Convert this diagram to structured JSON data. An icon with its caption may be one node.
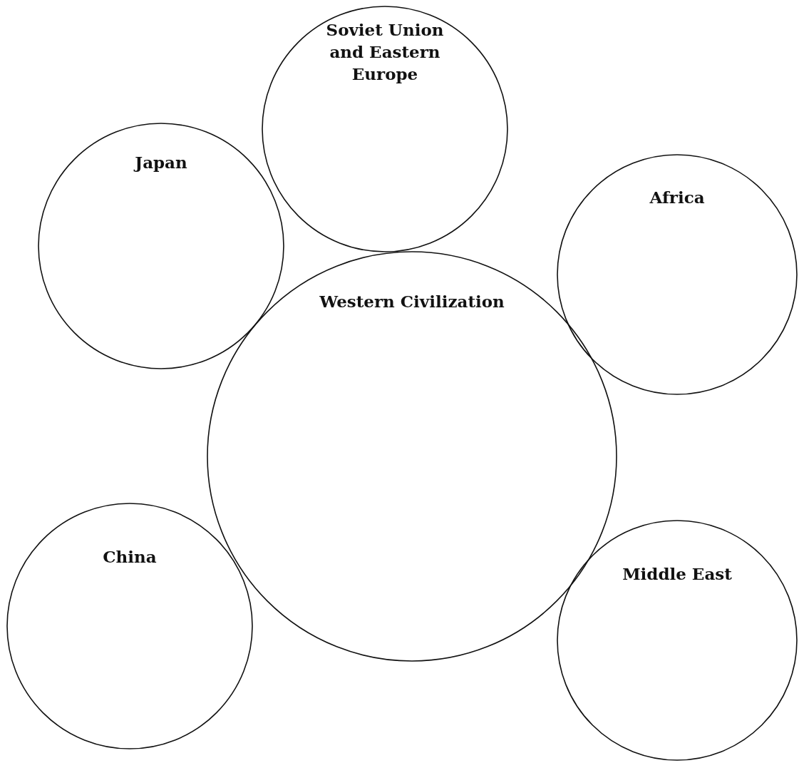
{
  "diagram": {
    "nodes": [
      {
        "text": [
          "Soviet Union and Eastern Europe"
        ]
      },
      {
        "text": [
          "Japan"
        ]
      },
      {
        "text": [
          "Africa"
        ]
      },
      {
        "text": [
          "Western Civilization"
        ]
      },
      {
        "text": [
          "China"
        ]
      },
      {
        "text": [
          "Middle East"
        ]
      }
    ]
  }
}
